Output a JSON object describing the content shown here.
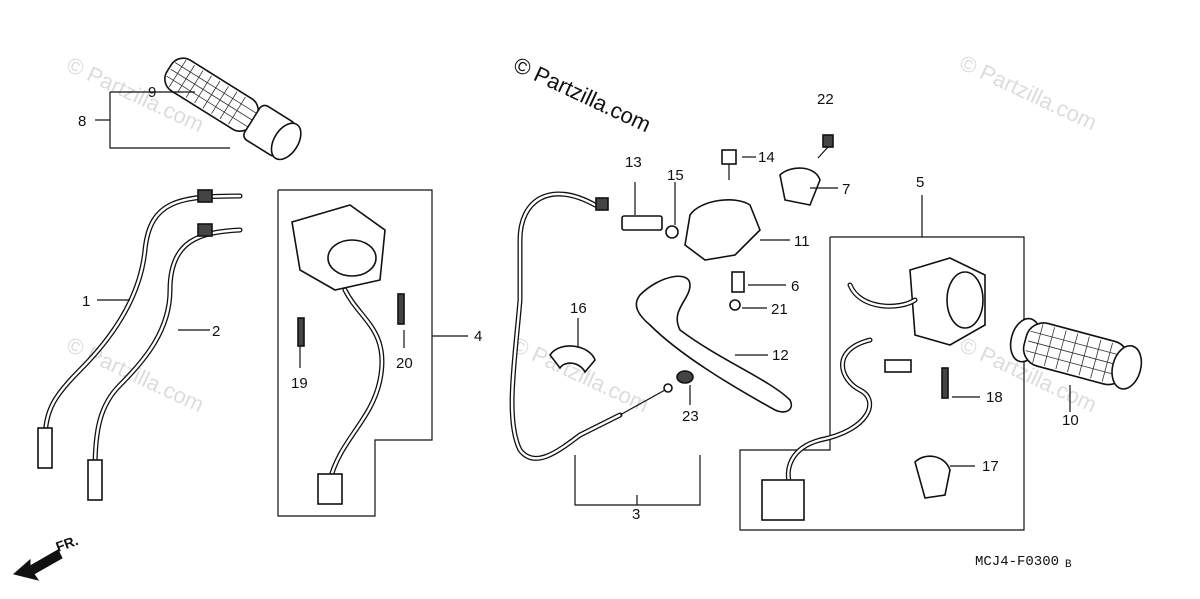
{
  "watermarks": {
    "main": "© Partzilla.com",
    "faint": "© Partzilla.com"
  },
  "diagram_code": "MCJ4-F0300",
  "diagram_code_suffix": "B",
  "front_indicator": "FR.",
  "part_labels": {
    "p1": "1",
    "p2": "2",
    "p3": "3",
    "p4": "4",
    "p5": "5",
    "p6": "6",
    "p7": "7",
    "p8": "8",
    "p9": "9",
    "p10": "10",
    "p11": "11",
    "p12": "12",
    "p13": "13",
    "p14": "14",
    "p15": "15",
    "p16": "16",
    "p17": "17",
    "p18": "18",
    "p19": "19",
    "p20": "20",
    "p21": "21",
    "p22": "22",
    "p23": "23"
  }
}
